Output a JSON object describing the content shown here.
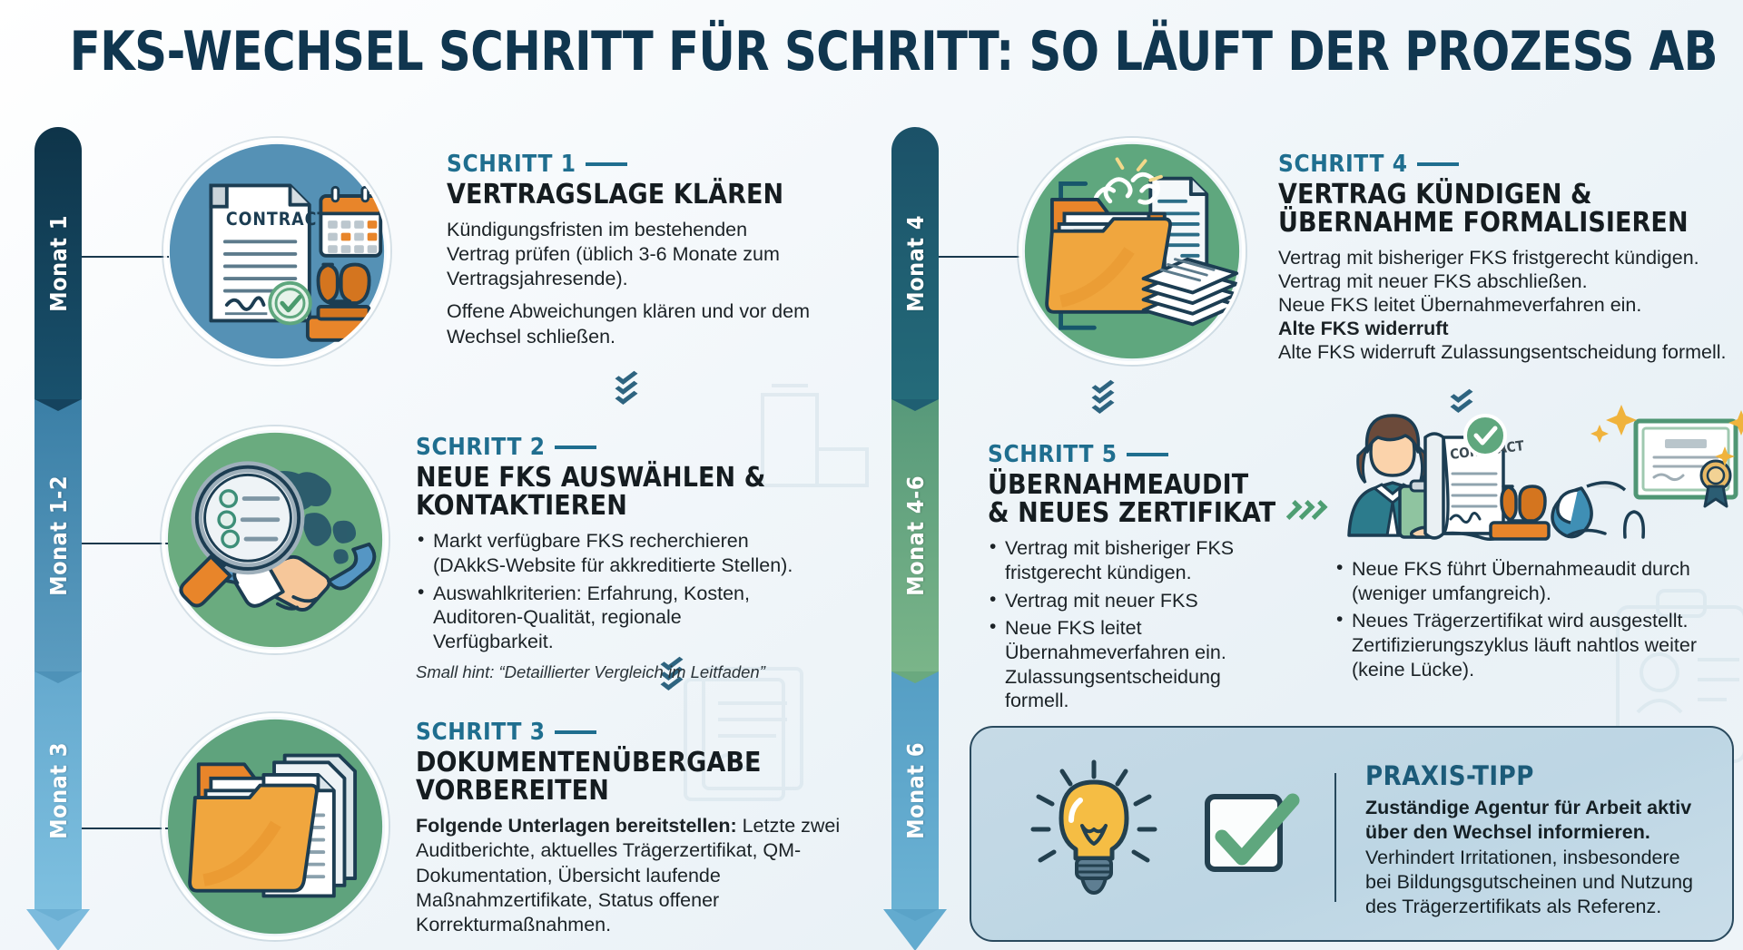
{
  "title": "FKS-WECHSEL SCHRITT FÜR SCHRITT: SO LÄUFT DER PROZESS AB",
  "colors": {
    "title": "#10364f",
    "kicker": "#1f6e8f",
    "headline": "#151c20",
    "accent_orange": "#e8852a",
    "accent_green": "#5fa77e",
    "tip_bg": "#c3d9e6"
  },
  "timeline_left": {
    "name": "timeline-left",
    "segments": [
      {
        "label": "Monat 1",
        "color": "#15435e"
      },
      {
        "label": "Monat 1-2",
        "color": "#4e92b8"
      },
      {
        "label": "Monat 3",
        "color": "#6cb0d4"
      }
    ],
    "tip_color": "#7cbbdd"
  },
  "timeline_right": {
    "name": "timeline-right",
    "segments": [
      {
        "label": "Monat 4",
        "color": "#1f5f72"
      },
      {
        "label": "Monat 4-6",
        "color": "#6aa97f"
      },
      {
        "label": "Monat 6",
        "color": "#5aa3c8"
      }
    ],
    "tip_color": "#63abcf"
  },
  "steps": [
    {
      "id": "step-1",
      "kicker": "SCHRITT 1",
      "headline": "VERTRAGSLAGE KLÄREN",
      "icon": "contract-calendar-stamp-icon",
      "circle_color": "#5591b5",
      "paragraphs": [
        "Kündigungsfristen im bestehenden Vertrag prüfen (üblich 3-6 Monate zum Vertragsjahresende).",
        "Offene Abweichungen klären und vor dem Wechsel schließen."
      ]
    },
    {
      "id": "step-2",
      "kicker": "SCHRITT 2",
      "headline": "NEUE FKS AUSWÄHLEN & KONTAKTIEREN",
      "icon": "magnifier-world-handshake-icon",
      "circle_color": "#6aab7f",
      "bullets": [
        "Markt verfügbare FKS recherchieren (DAkkS-Website für akkreditierte Stellen).",
        "Auswahlkriterien: Erfahrung, Kosten, Auditoren-Qualität, regionale Verfügbarkeit."
      ],
      "hint": "Small hint: “Detaillierter Vergleich im Leitfaden”"
    },
    {
      "id": "step-3",
      "kicker": "SCHRITT 3",
      "headline": "DOKUMENTENÜBERGABE VORBEREITEN",
      "icon": "folder-documents-icon",
      "circle_color": "#5fa37d",
      "body_lead": "Folgende Unterlagen bereitstellen:",
      "body_rest": " Letzte zwei Auditberichte, aktuelles Trägerzertifikat, QM-Dokumentation, Übersicht laufende Maßnahmzertifikate, Status offener Korrekturmaßnahmen."
    },
    {
      "id": "step-4",
      "kicker": "SCHRITT 4",
      "headline": "VERTRAG KÜNDIGEN & ÜBERNAHME FORMALISIEREN",
      "icon": "folder-broken-chain-icon",
      "circle_color": "#5fa77e",
      "lines": [
        "Vertrag mit bisheriger FKS fristgerecht kündigen.",
        "Vertrag mit neuer FKS abschließen.",
        "Neue FKS leitet Übernahmeverfahren ein."
      ],
      "bold_line": "Alte FKS widerruft",
      "last_line": "Alte FKS widerruft Zulassungsentscheidung formell."
    },
    {
      "id": "step-5",
      "kicker": "SCHRITT 5",
      "headline": "ÜBERNAHMEAUDIT & NEUES ZERTIFIKAT",
      "icon": "auditor-contract-certificate-icon",
      "bullets": [
        "Vertrag mit bisheriger FKS fristgerecht kündigen.",
        "Vertrag mit neuer FKS",
        "Neue FKS leitet Übernahmeverfahren ein. Zulassungsentscheidung formell."
      ],
      "right_bullets": [
        "Neue FKS führt Übernahmeaudit durch (weniger umfangreich).",
        "Neues Trägerzertifikat wird ausgestellt. Zertifizierungszyklus läuft nahtlos weiter (keine Lücke)."
      ]
    }
  ],
  "tip": {
    "title": "PRAXIS-TIPP",
    "bold": "Zuständige Agentur für Arbeit aktiv über den Wechsel informieren.",
    "text": " Verhindert Irritationen, insbesondere bei Bildungsgutscheinen und Nutzung des Trägerzertifikats als Referenz.",
    "icons": [
      "lightbulb-icon",
      "checkbox-check-icon"
    ]
  }
}
